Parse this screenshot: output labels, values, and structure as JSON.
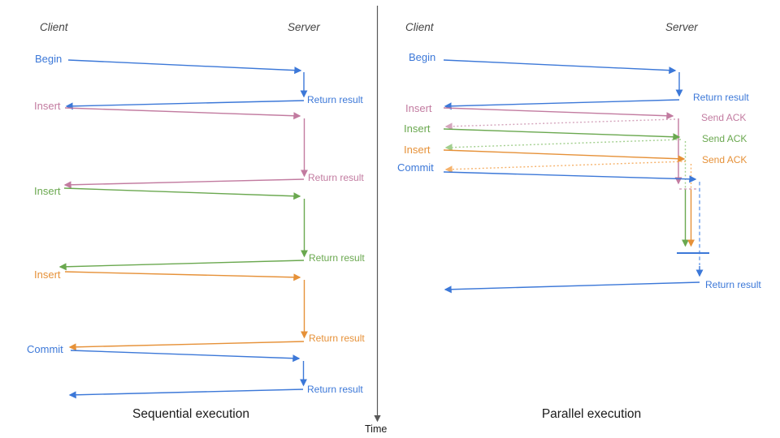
{
  "palette": {
    "blue": "#3c78d8",
    "blue_light": "#6d9eeb",
    "pink": "#c27ba0",
    "pink_light": "#d5a6bd",
    "green": "#6aa84f",
    "green_light": "#a2cf8e",
    "orange": "#e69138",
    "orange_light": "#f6b26b",
    "axis": "#595959",
    "header_text": "#434343",
    "caption_text": "#1a1a1a"
  },
  "time_axis": {
    "label": "Time"
  },
  "sequential": {
    "client_header": "Client",
    "server_header": "Server",
    "caption": "Sequential execution",
    "rows": [
      {
        "request": "Begin",
        "response": "Return result"
      },
      {
        "request": "Insert",
        "response": "Return result"
      },
      {
        "request": "Insert",
        "response": "Return result"
      },
      {
        "request": "Insert",
        "response": "Return result"
      },
      {
        "request": "Commit",
        "response": "Return result"
      }
    ]
  },
  "parallel": {
    "client_header": "Client",
    "server_header": "Server",
    "caption": "Parallel execution",
    "rows": [
      {
        "request": "Begin",
        "response": "Return result"
      },
      {
        "request": "Insert",
        "response": "Send ACK"
      },
      {
        "request": "Insert",
        "response": "Send ACK"
      },
      {
        "request": "Insert",
        "response": "Send ACK"
      },
      {
        "request": "Commit",
        "response": "Return result"
      }
    ]
  }
}
